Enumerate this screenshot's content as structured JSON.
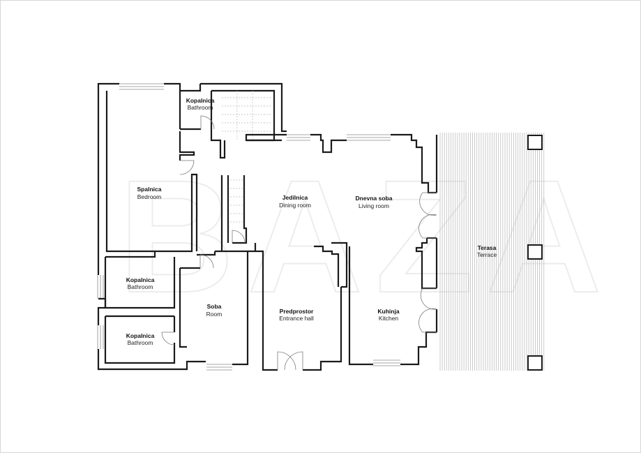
{
  "watermark": "BAZA",
  "rooms": [
    {
      "id": "bathroom-top",
      "name": "Kopalnica",
      "sub": "Bathroom"
    },
    {
      "id": "bedroom",
      "name": "Spalnica",
      "sub": "Bedroom"
    },
    {
      "id": "bathroom-middle",
      "name": "Kopalnica",
      "sub": "Bathroom"
    },
    {
      "id": "bathroom-bottom",
      "name": "Kopalnica",
      "sub": "Bathroom"
    },
    {
      "id": "room",
      "name": "Soba",
      "sub": "Room"
    },
    {
      "id": "dining",
      "name": "Jedilnica",
      "sub": "Dining room"
    },
    {
      "id": "living",
      "name": "Dnevna soba",
      "sub": "Living room"
    },
    {
      "id": "entrance",
      "name": "Predprostor",
      "sub": "Entrance hall"
    },
    {
      "id": "kitchen",
      "name": "Kuhinja",
      "sub": "Kitchen"
    },
    {
      "id": "terrace",
      "name": "Terasa",
      "sub": "Terrace"
    }
  ]
}
